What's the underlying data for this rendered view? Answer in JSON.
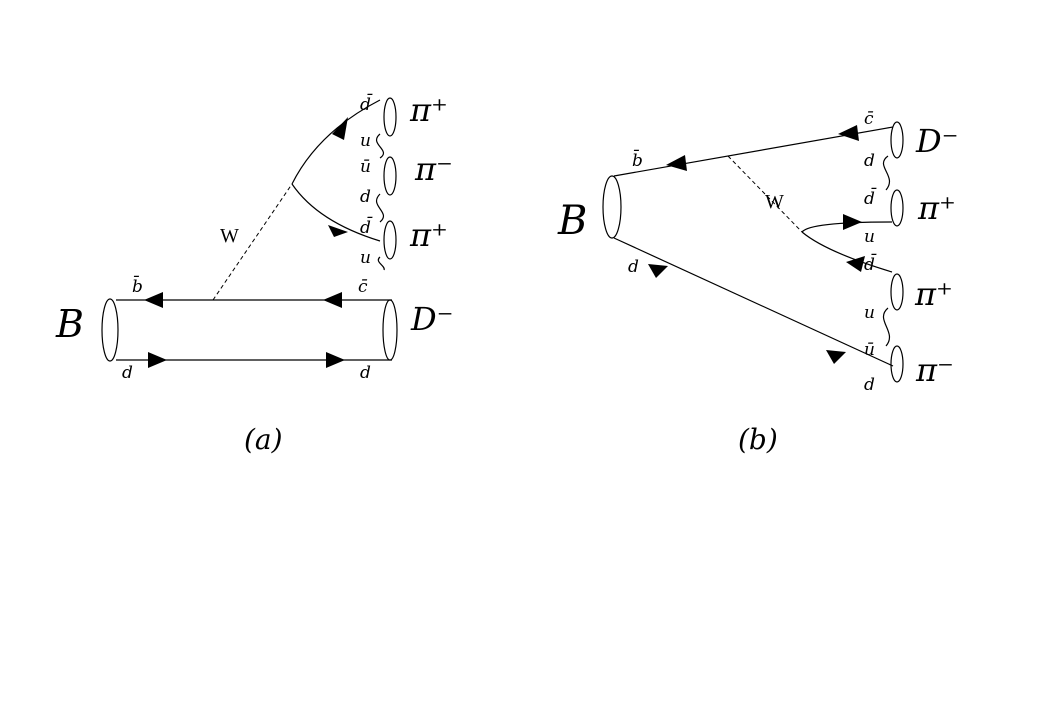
{
  "colors": {
    "ink": "#000000",
    "background": "#ffffff"
  },
  "diagram_a": {
    "caption": "(a)",
    "meson_in": "B",
    "w_label": "W",
    "quarks": {
      "b_bar": "b̄",
      "d_bottom_left": "d",
      "c_bar": "c̄",
      "d_bottom_right": "d",
      "d_bar_top": "d̄",
      "u_top": "u",
      "u_bar_mid": "ū",
      "d_mid": "d",
      "d_bar_low": "d̄",
      "u_low": "u"
    },
    "outgoing": [
      "π⁺",
      "π⁻",
      "π⁺",
      "D⁻"
    ]
  },
  "diagram_b": {
    "caption": "(b)",
    "meson_in": "B",
    "w_label": "W",
    "quarks": {
      "b_bar": "b̄",
      "d_lower": "d",
      "c_bar": "c̄",
      "d_top_mid": "d",
      "d_bar_top": "d̄",
      "u_w1": "u",
      "d_bar_w2": "d̄",
      "u_mid": "u",
      "u_bar_low": "ū",
      "d_bottom": "d"
    },
    "outgoing": [
      "D⁻",
      "π⁺",
      "π⁺",
      "π⁻"
    ]
  }
}
